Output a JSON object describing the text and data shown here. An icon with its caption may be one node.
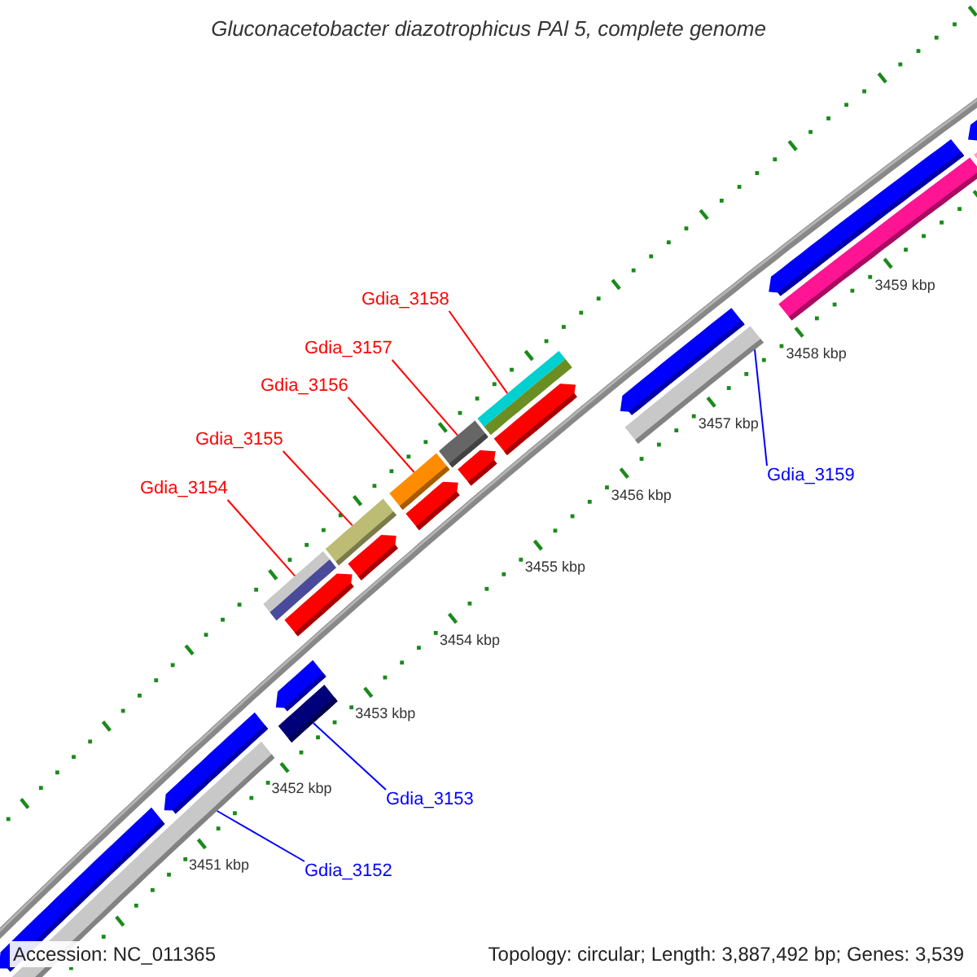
{
  "diagram": {
    "title": "Gluconacetobacter diazotrophicus PAl 5, complete genome",
    "nodes": [
      {
        "text": [
          "Gdia_3158"
        ]
      },
      {
        "text": [
          "Gdia_3157"
        ]
      },
      {
        "text": [
          "Gdia_3156"
        ]
      },
      {
        "text": [
          "Gdia_3155"
        ]
      },
      {
        "text": [
          "Gdia_3154"
        ]
      },
      {
        "text": [
          "Gdia_3159"
        ]
      },
      {
        "text": [
          "Gdia_3153"
        ]
      },
      {
        "text": [
          "Gdia_3152"
        ]
      },
      {
        "text": [],
        "shape": "bar"
      },
      {
        "text": [],
        "shape": "bar"
      },
      {
        "text": [],
        "shape": "bar"
      },
      {
        "text": [],
        "shape": "bar"
      },
      {
        "text": [],
        "shape": "bar"
      },
      {
        "text": [],
        "shape": "bar"
      },
      {
        "text": [],
        "shape": "bar"
      },
      {
        "text": [],
        "shape": "bar"
      }
    ],
    "edges": [
      {
        "from": 0,
        "to": 14,
        "arrow": "none"
      },
      {
        "from": 1,
        "to": 13,
        "arrow": "none"
      },
      {
        "from": 2,
        "to": 12,
        "arrow": "none"
      },
      {
        "from": 3,
        "to": 11,
        "arrow": "none"
      },
      {
        "from": 4,
        "to": 9,
        "arrow": "none"
      },
      {
        "from": 5,
        "to": 15,
        "arrow": "none",
        "color": "#0000ff"
      },
      {
        "from": 6,
        "to": 10,
        "arrow": "none",
        "color": "#0000ff"
      },
      {
        "from": 7,
        "to": 8,
        "arrow": "none",
        "color": "#0000ff"
      }
    ],
    "labels": [
      "3459 kbp",
      "3458 kbp",
      "3457 kbp",
      "3456 kbp",
      "3455 kbp",
      "3454 kbp",
      "3453 kbp",
      "3452 kbp",
      "3451 kbp",
      "Accession: NC_011365",
      "Topology: circular; Length: 3,887,492 bp; Genes: 3,539"
    ]
  }
}
